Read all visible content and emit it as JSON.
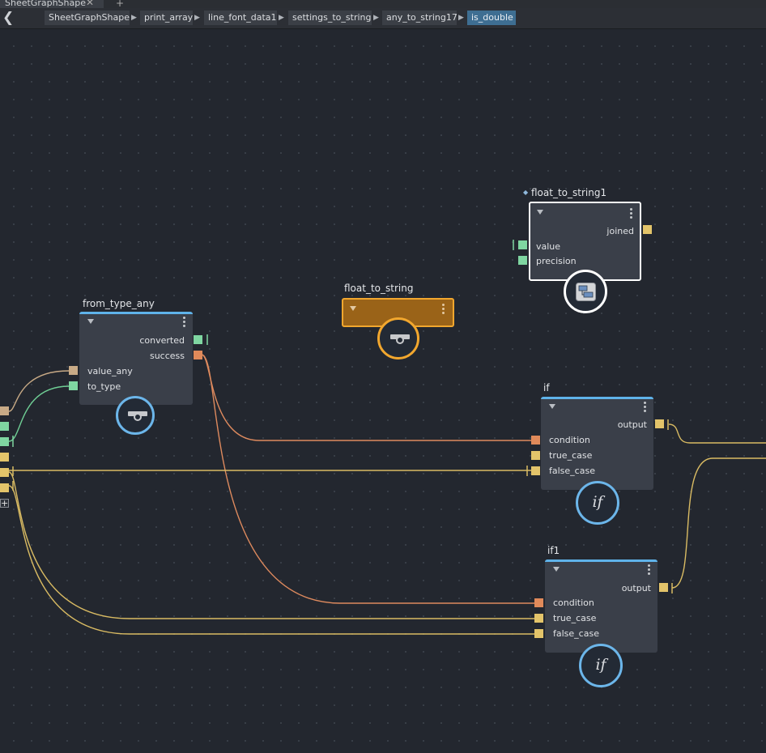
{
  "tab": {
    "label": "SheetGraphShape",
    "close": "✕",
    "plus": "+"
  },
  "breadcrumbs": [
    "SheetGraphShape",
    "print_array",
    "line_font_data1",
    "settings_to_string",
    "any_to_string17",
    "is_double"
  ],
  "nodes": {
    "from_type_any": {
      "title": "from_type_any",
      "outputs": [
        "converted",
        "success"
      ],
      "inputs": [
        "value_any",
        "to_type"
      ]
    },
    "float_to_string": {
      "title": "float_to_string"
    },
    "float_to_string1": {
      "title": "float_to_string1",
      "outputs": [
        "joined"
      ],
      "inputs": [
        "value",
        "precision"
      ],
      "icon": "function-icon"
    },
    "if": {
      "title": "if",
      "outputs": [
        "output"
      ],
      "inputs": [
        "condition",
        "true_case",
        "false_case"
      ],
      "glyph": "if"
    },
    "if1": {
      "title": "if1",
      "outputs": [
        "output"
      ],
      "inputs": [
        "condition",
        "true_case",
        "false_case"
      ],
      "glyph": "if"
    }
  },
  "add_port_symbol": "+",
  "colors": {
    "background": "#23272f",
    "node_body": "#3a3f49",
    "node_accent": "#5fb3ea",
    "selected_border": "#ffffff",
    "float_to_string_fill": "#9a6318",
    "float_to_string_border": "#f2a72e",
    "port_any": "#c8aa86",
    "port_type": "#7fd6a1",
    "port_bool": "#e08a5a",
    "port_string": "#e3c46a",
    "wire_bool": "#de8a5e",
    "wire_string": "#d9bb63",
    "wire_type": "#6fcf95"
  }
}
